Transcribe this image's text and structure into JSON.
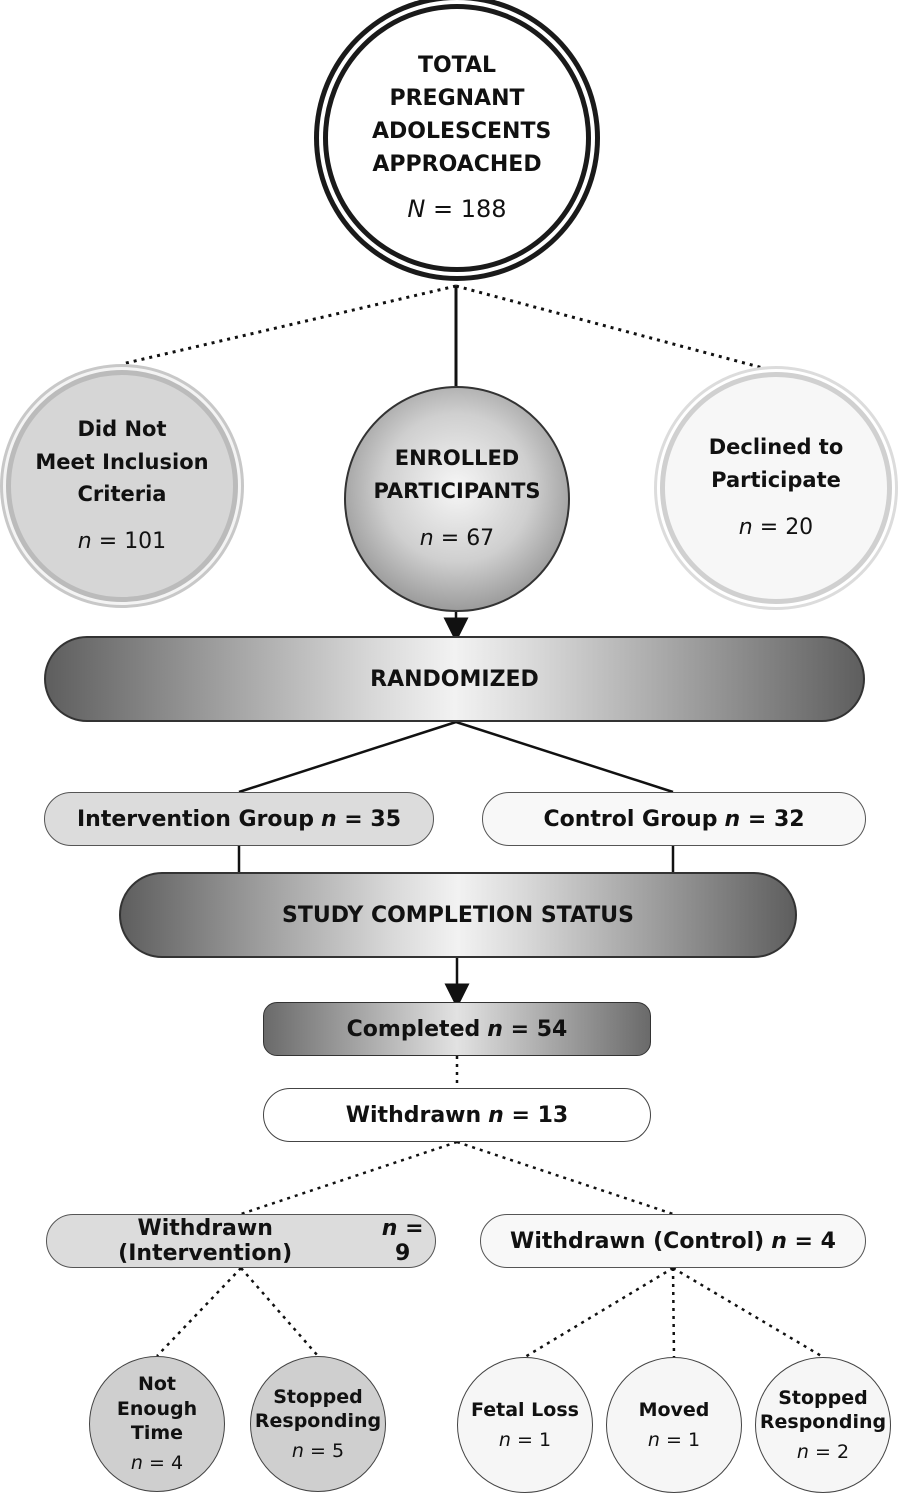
{
  "nodes": {
    "total": {
      "label": "TOTAL PREGNANT ADOLESCENTS APPROACHED",
      "n_symbol": "N",
      "n_value": "188"
    },
    "not_meet": {
      "label_line1": "Did Not",
      "label_line2": "Meet Inclusion",
      "label_line3": "Criteria",
      "n_symbol": "n",
      "n_value": "101"
    },
    "enrolled": {
      "label_line1": "ENROLLED",
      "label_line2": "PARTICIPANTS",
      "n_symbol": "n",
      "n_value": "67"
    },
    "declined": {
      "label_line1": "Declined to",
      "label_line2": "Participate",
      "n_symbol": "n",
      "n_value": "20"
    },
    "randomized": {
      "label": "RANDOMIZED"
    },
    "intervention_group": {
      "label": "Intervention Group",
      "n_symbol": "n",
      "n_value": "35"
    },
    "control_group": {
      "label": "Control Group",
      "n_symbol": "n",
      "n_value": "32"
    },
    "completion_status": {
      "label": "STUDY COMPLETION STATUS"
    },
    "completed": {
      "label": "Completed",
      "n_symbol": "n",
      "n_value": "54"
    },
    "withdrawn": {
      "label": "Withdrawn",
      "n_symbol": "n",
      "n_value": "13"
    },
    "withdrawn_intervention": {
      "label": "Withdrawn (Intervention)",
      "n_symbol": "n",
      "n_value": "9"
    },
    "withdrawn_control": {
      "label": "Withdrawn (Control)",
      "n_symbol": "n",
      "n_value": "4"
    },
    "not_enough_time": {
      "label_line1": "Not",
      "label_line2": "Enough Time",
      "n_symbol": "n",
      "n_value": "4"
    },
    "stopped_responding_intervention": {
      "label_line1": "Stopped",
      "label_line2": "Responding",
      "n_symbol": "n",
      "n_value": "5"
    },
    "fetal_loss": {
      "label": "Fetal Loss",
      "n_symbol": "n",
      "n_value": "1"
    },
    "moved": {
      "label": "Moved",
      "n_symbol": "n",
      "n_value": "1"
    },
    "stopped_responding_control": {
      "label_line1": "Stopped",
      "label_line2": "Responding",
      "n_symbol": "n",
      "n_value": "2"
    }
  },
  "equals_sign": "="
}
